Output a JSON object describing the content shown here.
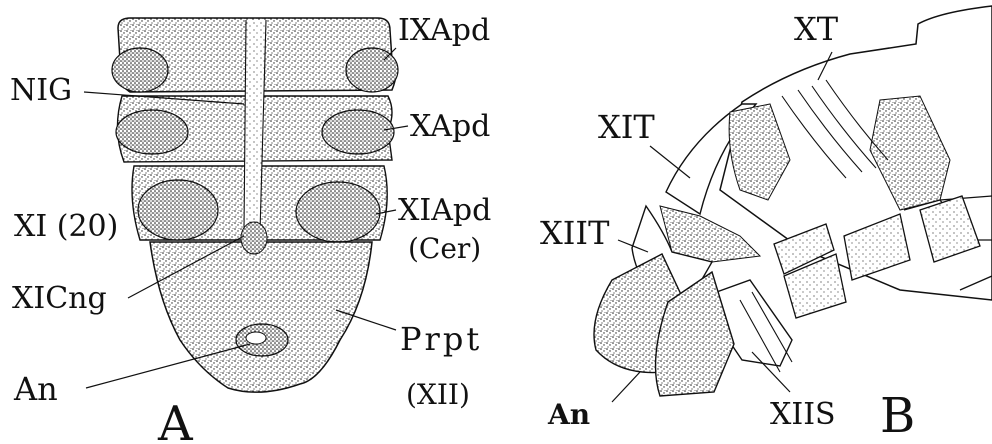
{
  "figure_a": {
    "panel_letter": "A",
    "labels": {
      "ix_apd": "IXApd",
      "nig": "NIG",
      "x_apd": "XApd",
      "xi_20": "XI (20)",
      "xi_apd": "XIApd",
      "cer": "(Cer)",
      "xi_cng": "XICng",
      "prpt": "Prpt",
      "xii": "(XII)",
      "an": "An"
    }
  },
  "figure_b": {
    "panel_letter": "B",
    "labels": {
      "xt": "XT",
      "xit": "XIT",
      "xiit": "XIIT",
      "xiis": "XIIS",
      "an": "An"
    }
  }
}
